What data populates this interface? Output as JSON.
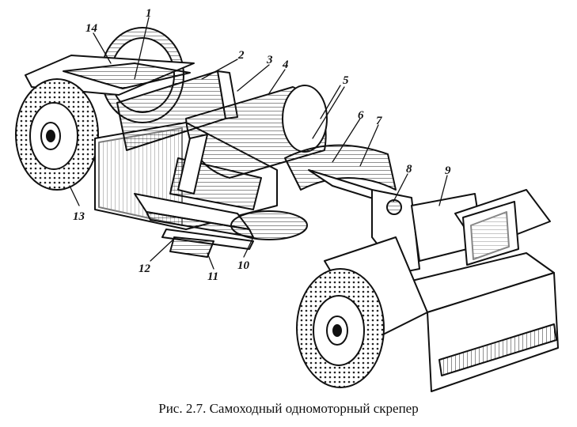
{
  "figure": {
    "caption": "Рис. 2.7. Самоходный одномоторный скрепер",
    "callouts": [
      {
        "id": "1",
        "text": "1"
      },
      {
        "id": "2",
        "text": "2"
      },
      {
        "id": "3",
        "text": "3"
      },
      {
        "id": "4",
        "text": "4"
      },
      {
        "id": "5",
        "text": "5"
      },
      {
        "id": "6",
        "text": "6"
      },
      {
        "id": "7",
        "text": "7"
      },
      {
        "id": "8",
        "text": "8"
      },
      {
        "id": "9",
        "text": "9"
      },
      {
        "id": "10",
        "text": "10"
      },
      {
        "id": "11",
        "text": "11"
      },
      {
        "id": "12",
        "text": "12"
      },
      {
        "id": "13",
        "text": "13"
      },
      {
        "id": "14",
        "text": "14"
      }
    ]
  }
}
